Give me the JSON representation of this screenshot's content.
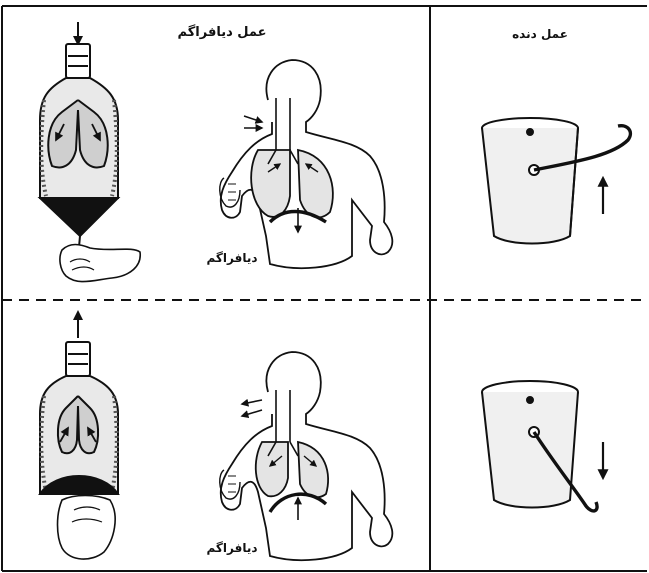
{
  "labels": {
    "diaphragm_action": "عمل دیافراگم",
    "rib_action": "عمل دنده",
    "diaphragm_top": "دیافراگم",
    "diaphragm_bottom": "دیافراگم"
  },
  "colors": {
    "ink": "#111111",
    "paper": "#ffffff",
    "shade": "#555555"
  },
  "icons": [
    "arrow-down-icon",
    "arrow-up-icon"
  ]
}
